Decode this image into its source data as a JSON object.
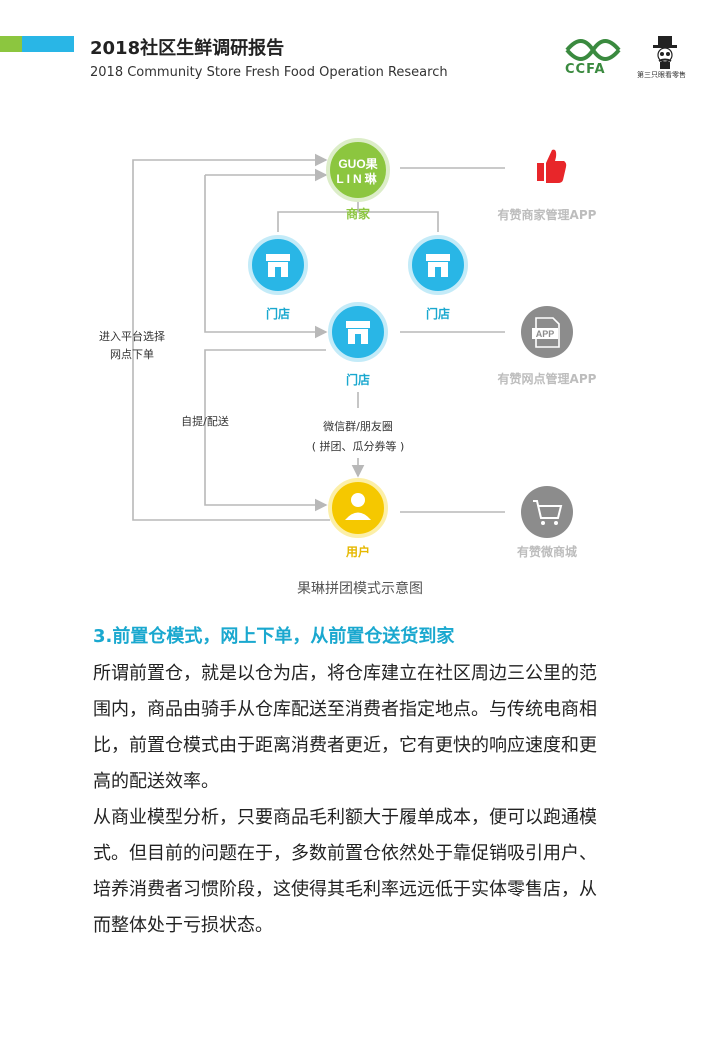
{
  "header": {
    "title_cn": "2018社区生鲜调研报告",
    "title_en": "2018 Community Store Fresh Food Operation Research",
    "logo_ccfa_text": "CCFA",
    "logo_hat_text": "第三只眼看零售"
  },
  "diagram": {
    "brand_logo_line1": "GUO果",
    "brand_logo_line2": "LIN琳",
    "merchant_label": "商家",
    "store_left_label": "门店",
    "store_right_label": "门店",
    "store_center_label": "门店",
    "user_label": "用户",
    "left_note_line1": "进入平台选择",
    "left_note_line2": "网点下单",
    "pickup_note": "自提/配送",
    "wechat_note_line1": "微信群/朋友圈",
    "wechat_note_line2": "( 拼团、瓜分券等 )",
    "app_icon_text": "APP",
    "right_merchant_app": "有赞商家管理APP",
    "right_outlet_app": "有赞网点管理APP",
    "right_mall": "有赞微商城",
    "colors": {
      "green": "#8cc63f",
      "blue": "#29b6e6",
      "yellow": "#f5c800",
      "gray": "#8c8c8c",
      "red": "#e8262a",
      "line": "#b8b8b8",
      "label_blue": "#1aa8cf"
    }
  },
  "caption": "果琳拼团模式示意图",
  "section": {
    "title": "3.前置仓模式，网上下单，从前置仓送货到家",
    "para1_lines": [
      "所谓前置仓，就是以仓为店，将仓库建立在社区周边三公里的范",
      "围内，商品由骑手从仓库配送至消费者指定地点。与传统电商相",
      "比，前置仓模式由于距离消费者更近，它有更快的响应速度和更",
      "高的配送效率。"
    ],
    "para2_lines": [
      "从商业模型分析，只要商品毛利额大于履单成本，便可以跑通模",
      "式。但目前的问题在于，多数前置仓依然处于靠促销吸引用户、",
      "培养消费者习惯阶段，这使得其毛利率远远低于实体零售店，从",
      "而整体处于亏损状态。"
    ]
  }
}
